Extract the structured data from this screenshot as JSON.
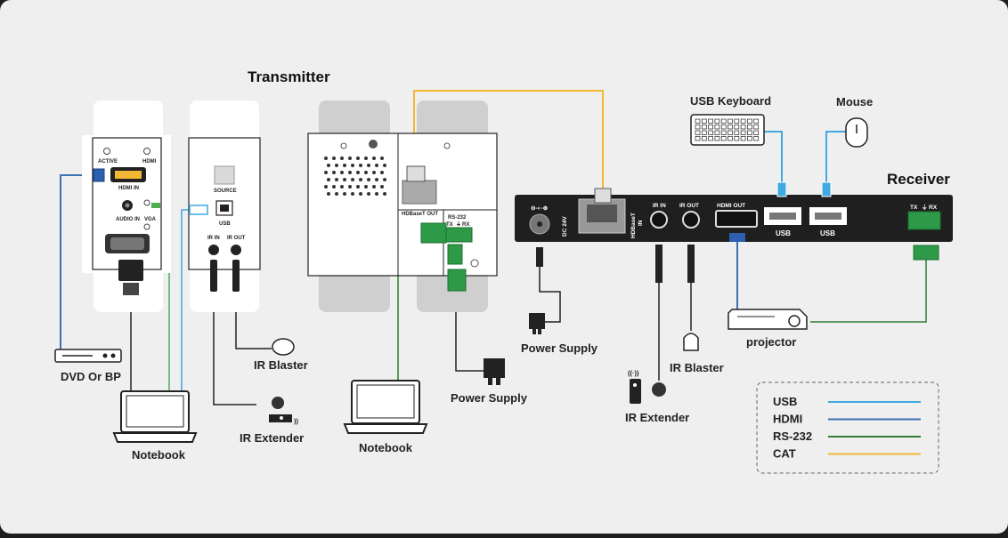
{
  "transmitter": {
    "title": "Transmitter",
    "ports": {
      "active": "ACTIVE",
      "hdmi": "HDMI",
      "hdmi_in": "HDMI IN",
      "audio_in": "AUDIO IN",
      "vga": "VGA",
      "source": "SOURCE",
      "usb": "USB",
      "ir_in": "IR IN",
      "ir_out": "IR OUT",
      "hdbaset_out": "HDBaseT OUT",
      "rs232": "RS-232",
      "tx": "TX",
      "rx": "RX"
    }
  },
  "receiver": {
    "title": "Receiver",
    "ports": {
      "dc": "DC 24V",
      "hdbaset_in_1": "HDBaseT",
      "hdbaset_in_2": "IN",
      "ir_in": "IR IN",
      "ir_out": "IR OUT",
      "hdmi_out": "HDMI OUT",
      "usb_1": "USB",
      "usb_2": "USB",
      "tx": "TX",
      "rx": "RX"
    }
  },
  "devices": {
    "dvd": "DVD Or BP",
    "notebook_left": "Notebook",
    "ir_blaster_left": "IR Blaster",
    "ir_extender_left": "IR Extender",
    "notebook_mid": "Notebook",
    "power_supply_mid": "Power Supply",
    "power_supply_right": "Power Supply",
    "ir_blaster_right": "IR Blaster",
    "ir_extender_right": "IR Extender",
    "usb_keyboard": "USB Keyboard",
    "mouse": "Mouse",
    "projector": "projector"
  },
  "legend": [
    {
      "label": "USB",
      "color": "#3fa9e0"
    },
    {
      "label": "HDMI",
      "color": "#3f6fb5"
    },
    {
      "label": "RS-232",
      "color": "#2e7d32"
    },
    {
      "label": "CAT",
      "color": "#f2b733"
    }
  ],
  "colors": {
    "usb": "#3fa9e0",
    "hdmi": "#3f6fb5",
    "rs232": "#2e7d32",
    "cat": "#f2b733",
    "terminal_green": "#2e9a47"
  }
}
